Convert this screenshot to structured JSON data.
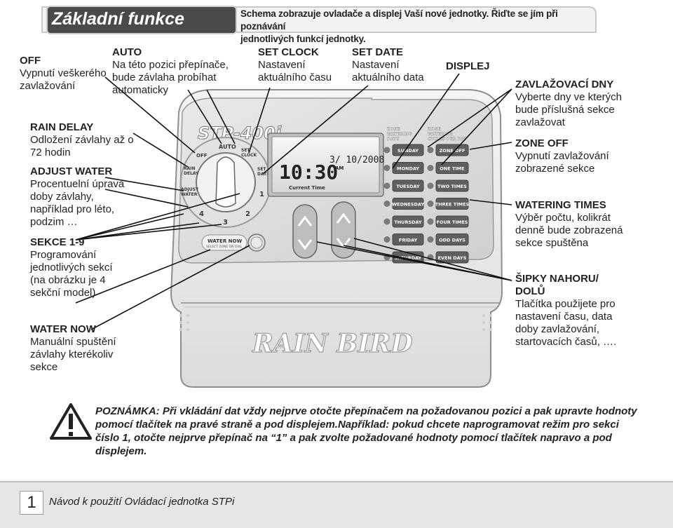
{
  "header": {
    "title": "Základní funkce",
    "subtitle_lines": [
      "Schema zobrazuje ovladače a displej Vaší nové jednotky. Řiďte se jím při poznávání",
      "jednotlivých funkcí jednotky."
    ]
  },
  "labels": {
    "off": {
      "title": "OFF",
      "desc": [
        "Vypnutí veškerého",
        "zavlažování"
      ]
    },
    "auto": {
      "title": "AUTO",
      "desc": [
        "Na této pozici přepínače,",
        "bude závlaha probíhat",
        "automaticky"
      ]
    },
    "set_clock": {
      "title": "SET CLOCK",
      "desc": [
        "Nastavení",
        "aktuálního času"
      ]
    },
    "set_date": {
      "title": "SET DATE",
      "desc": [
        "Nastavení",
        "aktuálního data"
      ]
    },
    "displej": {
      "title": "DISPLEJ"
    },
    "rain_delay": {
      "title": "RAIN DELAY",
      "desc": [
        "Odložení závlahy až o",
        "72 hodin"
      ]
    },
    "adjust_water": {
      "title": "ADJUST WATER",
      "desc": [
        "Procentuelní úprava",
        "doby závlahy,",
        "například pro léto,",
        "podzim …"
      ]
    },
    "sekce": {
      "title": "SEKCE 1-9",
      "desc": [
        "Programování",
        "jednotlivých sekcí",
        "(na obrázku je 4",
        "sekční model)"
      ]
    },
    "water_now": {
      "title": "WATER NOW",
      "desc": [
        "Manuální spuštění",
        "závlahy kterékoliv",
        "sekce"
      ]
    },
    "zavlazovaci_dny": {
      "title": "ZAVLAŽOVACÍ DNY",
      "desc": [
        "Vyberte dny ve kterých",
        "bude příslušná sekce",
        "zavlažovat"
      ]
    },
    "zone_off": {
      "title": "ZONE OFF",
      "desc": [
        "Vypnutí zavlažování",
        "zobrazené sekce"
      ]
    },
    "watering_times": {
      "title": "WATERING TIMES",
      "desc": [
        "Výběr počtu,  kolikrát",
        "denně bude zobrazená",
        "sekce spuštěna"
      ]
    },
    "sipky": {
      "title": [
        "ŠIPKY  NAHORU/",
        "DOLŮ"
      ],
      "desc": [
        "Tlačítka použijete pro",
        "nastavení času, data",
        "doby zavlažování,",
        "startovacích časů, …."
      ]
    }
  },
  "device": {
    "model": "STP-400i",
    "brand": "RAIN BIRD",
    "display_time": "10:30",
    "display_ampm": "AM",
    "display_date": "3/ 10/2008",
    "display_caption": "Current Time",
    "dial_labels": {
      "off": "OFF",
      "auto": "AUTO",
      "set_clock": "SET\nCLOCK",
      "set_date": "SET\nDATE",
      "rain_delay": "RAIN\nDELAY",
      "adjust_water": "ADJUST\nWATER",
      "z1": "1",
      "z2": "2",
      "z3": "3",
      "z4": "4"
    },
    "water_now_button": "WATER NOW",
    "water_now_sub": "SELECT ZONE ON DIAL",
    "zone_watering_days": "ZONE\nWATERING\nDAYS",
    "zone_watering_cycles": "ZONE\nWATERING\nCYCLES PER DAY",
    "days": [
      "SUNDAY",
      "MONDAY",
      "TUESDAY",
      "WEDNESDAY",
      "THURSDAY",
      "FRIDAY",
      "SATURDAY"
    ],
    "cycles": [
      "ZONE OFF",
      "ONE TIME",
      "TWO TIMES",
      "THREE TIMES",
      "FOUR TIMES",
      "ODD DAYS",
      "EVEN DAYS"
    ]
  },
  "note": {
    "lines": [
      "POZNÁMKA: Při vkládání dat vždy nejprve otočte přepínačem na požadovanou pozici a pak upravte hodnoty",
      "pomocí tlačítek na pravé straně a pod displejem.Například: pokud chcete naprogramovat režim pro sekci",
      "číslo 1, otočte nejprve přepínač na  “1” a pak zvolte požadované hodnoty pomocí tlačítek napravo a pod",
      "displejem."
    ]
  },
  "footer": {
    "page": "1",
    "text": "Návod k použití Ovládací jednotka STPi"
  }
}
